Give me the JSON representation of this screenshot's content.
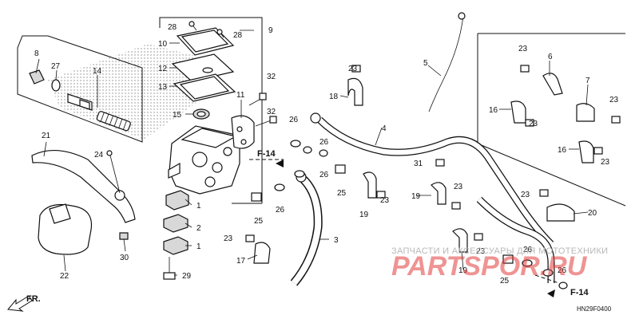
{
  "diagram": {
    "callouts": [
      "1",
      "2",
      "3",
      "4",
      "5",
      "6",
      "7",
      "8",
      "9",
      "10",
      "11",
      "12",
      "13",
      "14",
      "15",
      "16",
      "17",
      "18",
      "19",
      "20",
      "21",
      "22",
      "23",
      "24",
      "25",
      "26",
      "27",
      "28",
      "29",
      "30",
      "31",
      "32"
    ],
    "section_refs": [
      "F-14",
      "F-14"
    ],
    "front_indicator": "FR.",
    "diagram_code": "HN29F0400"
  },
  "watermark": {
    "subtitle": "ЗАПЧАСТИ И АКСЕССУАРЫ ДЛЯ МОТОТЕХНИКИ",
    "brand": "PARTSPOR.RU"
  },
  "colors": {
    "line": "#111111",
    "watermark_red": "#e23b3b",
    "watermark_grey": "#b8b8b8"
  }
}
